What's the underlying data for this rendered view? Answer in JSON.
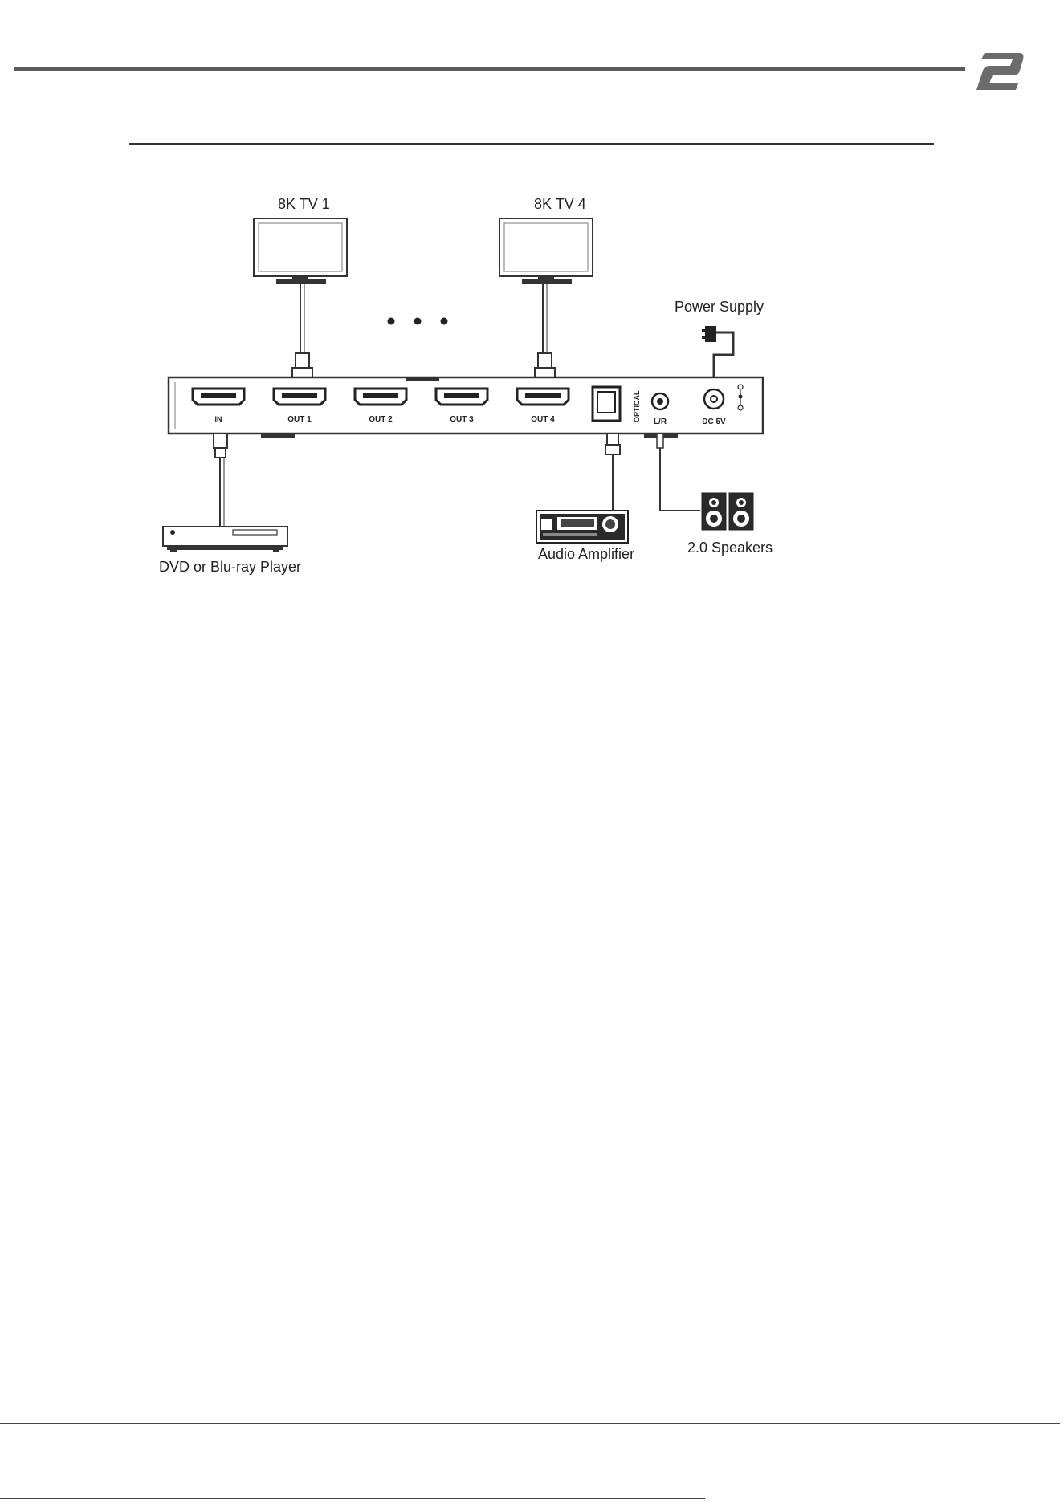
{
  "diagram": {
    "labels": {
      "tv1": "8K TV 1",
      "tv4": "8K TV 4",
      "power": "Power Supply",
      "dvd": "DVD or Blu-ray Player",
      "amp": "Audio Amplifier",
      "speakers": "2.0 Speakers"
    },
    "ports": {
      "in": "IN",
      "out1": "OUT 1",
      "out2": "OUT 2",
      "out3": "OUT 3",
      "out4": "OUT 4",
      "optical": "OPTICAL",
      "lr": "L/R",
      "dc": "DC 5V"
    }
  },
  "colors": {
    "line": "#333333",
    "header_rule": "#5a5a5a",
    "logo": "#6b6b6b"
  }
}
